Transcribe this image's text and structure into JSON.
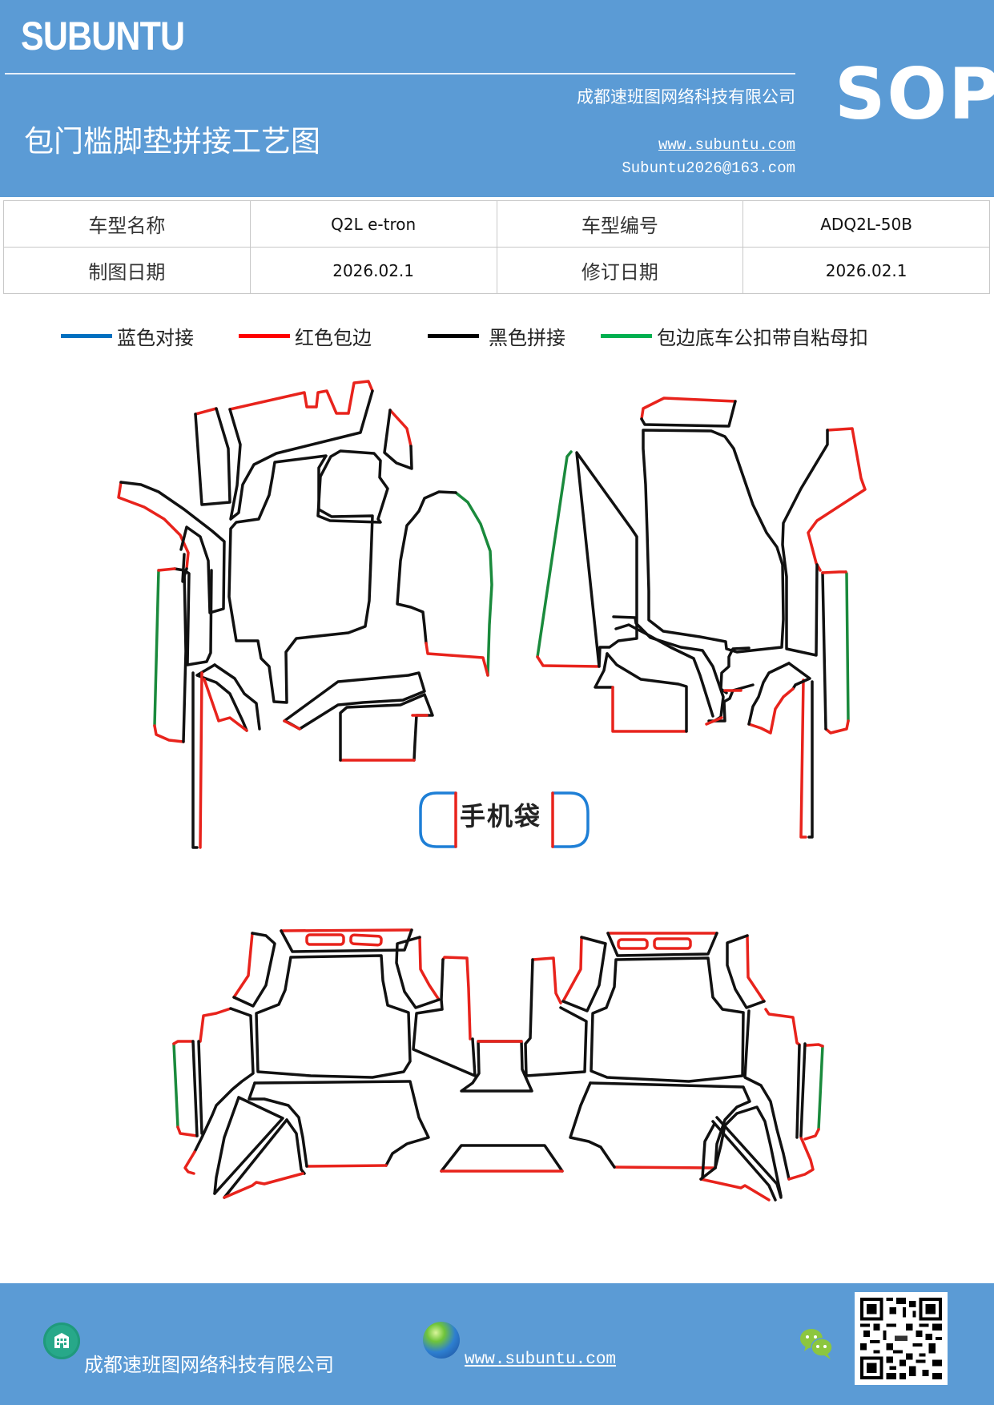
{
  "header": {
    "brand": "SUBUNTU",
    "title": "包门槛脚垫拼接工艺图",
    "company": "成都速班图网络科技有限公司",
    "url": "www.subuntu.com",
    "email": "Subuntu2026@163.com",
    "badge": "SOP",
    "bg_color": "#5b9bd5"
  },
  "info_table": {
    "rows": [
      {
        "label1": "车型名称",
        "value1": "Q2L e-tron",
        "label2": "车型编号",
        "value2": "ADQ2L-50B"
      },
      {
        "label1": "制图日期",
        "value1": "2026.02.1",
        "label2": "修订日期",
        "value2": "2026.02.1"
      }
    ]
  },
  "legend": {
    "items": [
      {
        "label": "蓝色对接",
        "color": "#0070c0"
      },
      {
        "label": "红色包边",
        "color": "#ff0000"
      },
      {
        "label": "黑色拼接",
        "color": "#000000"
      },
      {
        "label": "包边底车公扣带自粘母扣",
        "color": "#00b050"
      }
    ]
  },
  "diagram": {
    "phone_bag_label": "手机袋",
    "colors": {
      "blue": "#1e7fd6",
      "red": "#e8231c",
      "black": "#111111",
      "green": "#1a8a3c"
    }
  },
  "footer": {
    "company": "成都速班图网络科技有限公司",
    "url": "www.subuntu.com",
    "company_icon": "building-icon",
    "url_icon": "globe-icon",
    "wechat_icon": "wechat-icon",
    "qr_code": "wechat-qr-code"
  }
}
